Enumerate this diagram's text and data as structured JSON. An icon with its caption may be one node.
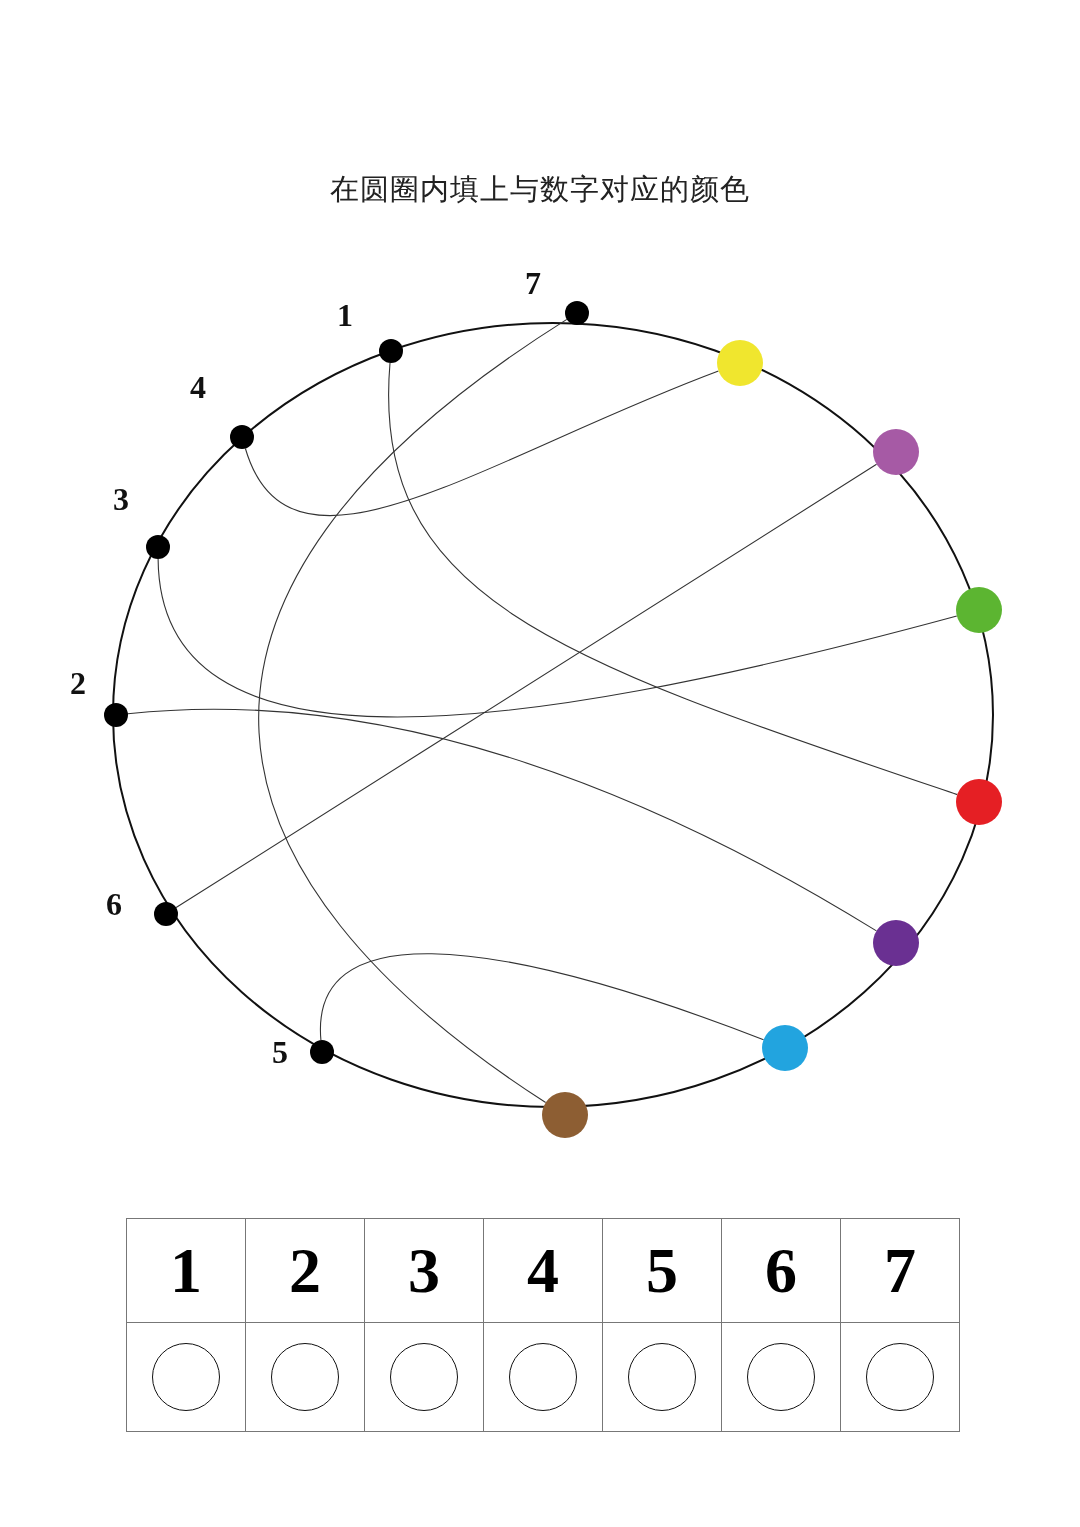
{
  "diagram": {
    "title": "在圆圈内填上与数字对应的颜色",
    "nodes": [
      {
        "text": [],
        "shape": "circle",
        "beside": [
          "7"
        ]
      },
      {
        "text": [],
        "shape": "circle",
        "beside": [
          "1"
        ]
      },
      {
        "text": [],
        "shape": "circle",
        "beside": [
          "4"
        ]
      },
      {
        "text": [],
        "shape": "circle",
        "beside": [
          "3"
        ]
      },
      {
        "text": [],
        "shape": "circle",
        "beside": [
          "2"
        ]
      },
      {
        "text": [],
        "shape": "circle",
        "beside": [
          "6"
        ]
      },
      {
        "text": [],
        "shape": "circle",
        "beside": [
          "5"
        ]
      },
      {
        "text": [],
        "shape": "circle"
      },
      {
        "text": [],
        "shape": "circle"
      },
      {
        "text": [],
        "shape": "circle"
      },
      {
        "text": [],
        "shape": "circle"
      },
      {
        "text": [],
        "shape": "circle"
      },
      {
        "text": [],
        "shape": "circle"
      },
      {
        "text": [],
        "shape": "circle"
      }
    ],
    "edges": [
      {
        "from": 0,
        "to": 13,
        "arrow": "none"
      },
      {
        "from": 1,
        "to": 10,
        "arrow": "none"
      },
      {
        "from": 2,
        "to": 7,
        "arrow": "none"
      },
      {
        "from": 3,
        "to": 9,
        "arrow": "none"
      },
      {
        "from": 4,
        "to": 11,
        "arrow": "none"
      },
      {
        "from": 5,
        "to": 8,
        "arrow": "none"
      },
      {
        "from": 6,
        "to": 12,
        "arrow": "none"
      }
    ],
    "labels": [
      "1",
      "2",
      "3",
      "4",
      "5",
      "6",
      "7"
    ]
  }
}
